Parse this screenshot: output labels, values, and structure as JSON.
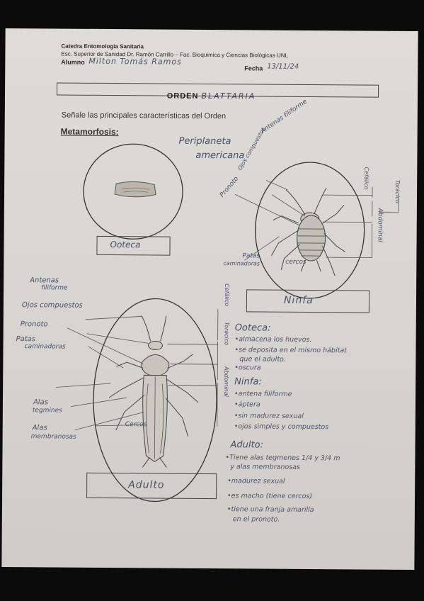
{
  "header": {
    "catedra": "Catedra Entomologia Sanitaria",
    "escuela": "Esc. Superior de Sanidad Dr. Ramón Carrillo – Fac. Bioquimica y Ciencias Biológicas UNL",
    "alumno_label": "Alumno",
    "alumno_name": "Milton Tomás Ramos",
    "fecha_label": "Fecha",
    "fecha_value": "13/11/24"
  },
  "title": {
    "printed": "ORDEN",
    "handwritten": "BLATTARIA"
  },
  "prompt": "Señale las principales características del Orden",
  "metamorfosis": "Metamorfosis:",
  "species": [
    "Periplaneta",
    "americana"
  ],
  "ooteca_box": "Ooteca",
  "ninfa_box": "Ninfa",
  "adulto_box": "Adulto",
  "ninfa_labels": {
    "antenas": [
      "Antenas",
      "filiforme"
    ],
    "ojos": [
      "Ojos",
      "compuestos"
    ],
    "pronoto": "Pronoto",
    "patas": [
      "Patas",
      "caminadoras"
    ],
    "cercos": "cercos",
    "cefalico": "Cefálico",
    "toracico": "Torácico",
    "abdominal": "Abdominal"
  },
  "adulto_labels": {
    "antenas": [
      "Antenas",
      "filiforme"
    ],
    "ojos": "Ojos compuestos",
    "pronoto": "Pronoto",
    "patas": [
      "Patas",
      "caminadoras"
    ],
    "alas_tegmines": [
      "Alas",
      "tegmines"
    ],
    "alas_membranosas": [
      "Alas",
      "membranosas"
    ],
    "cercos": "Cercos",
    "cefalico": "Cefálico",
    "toracico": "Toracico",
    "abdominal": "Abdominal"
  },
  "notes": {
    "ooteca_title": "Ooteca:",
    "ooteca_items": [
      "•almacena los huevos.",
      "•se deposita en el mismo hábitat",
      "que el adulto.",
      "•oscura"
    ],
    "ninfa_title": "Ninfa:",
    "ninfa_items": [
      "•antena filiforme",
      "•áptera",
      "•sin madurez sexual",
      "•ojos simples y compuestos"
    ],
    "adulto_title": "Adulto:",
    "adulto_items": [
      "•Tiene alas tegmenes  1/4 y 3/4 m",
      "y alas membranosas",
      "•madurez sexual",
      "•es macho (tiene cercos)",
      "•tiene una franja amarilla",
      "en el pronoto."
    ]
  }
}
